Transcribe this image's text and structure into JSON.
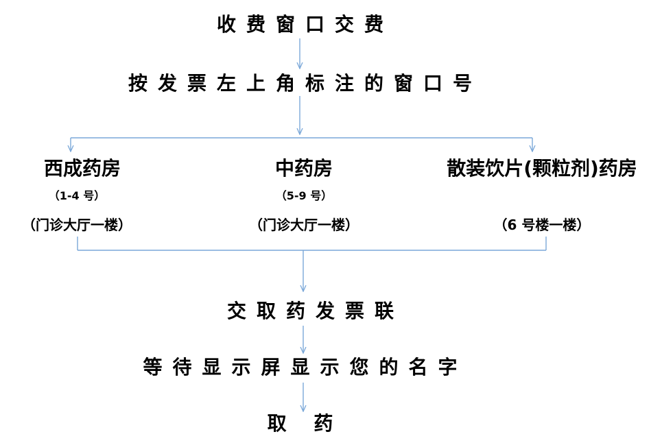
{
  "steps": {
    "pay": "收费窗口交费",
    "window": "按发票左上角标注的窗口号",
    "submit": "交取药发票联",
    "wait": "等待显示屏显示您的名字",
    "take": "取 药"
  },
  "pharmacies": [
    {
      "name": "西成药房",
      "number": "（1-4 号）",
      "location": "（门诊大厅一楼）"
    },
    {
      "name": "中药房",
      "number": "（5-9 号）",
      "location": "（门诊大厅一楼）"
    },
    {
      "name": "散装饮片(颗粒剂)药房",
      "number": "",
      "location": "（6 号楼一楼）"
    }
  ],
  "colors": {
    "line": "#7aa7d8",
    "text": "#000000"
  }
}
